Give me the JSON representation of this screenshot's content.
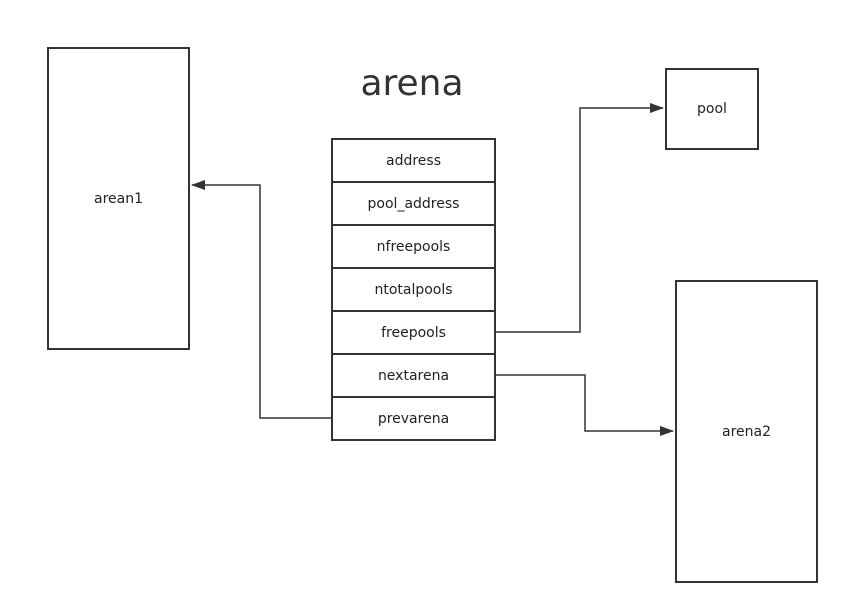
{
  "title": "arena",
  "struct_fields": [
    "address",
    "pool_address",
    "nfreepools",
    "ntotalpools",
    "freepools",
    "nextarena",
    "prevarena"
  ],
  "boxes": {
    "arena1": "arean1",
    "pool": "pool",
    "arena2": "arena2"
  },
  "colors": {
    "stroke": "#333333",
    "background": "#ffffff"
  }
}
